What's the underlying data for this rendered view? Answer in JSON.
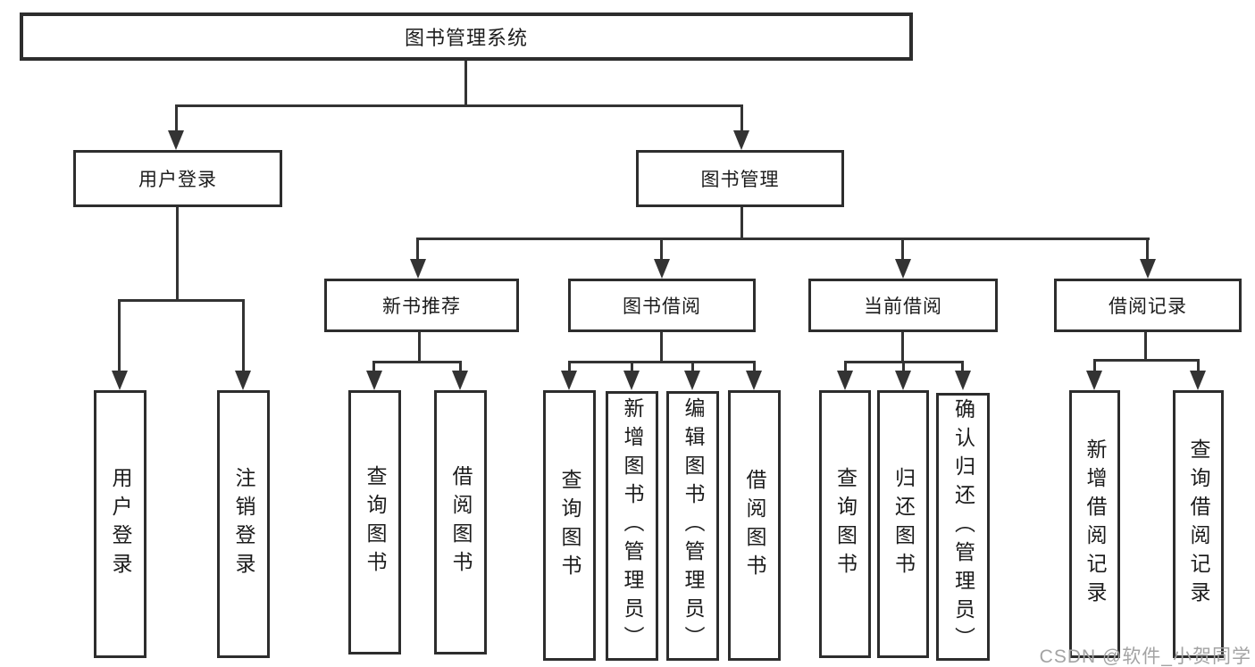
{
  "diagram_title": "图书管理系统",
  "tree": {
    "root": "图书管理系统",
    "children": [
      {
        "label": "用户登录",
        "children": [
          {
            "label": "用户登录"
          },
          {
            "label": "注销登录"
          }
        ]
      },
      {
        "label": "图书管理",
        "children": [
          {
            "label": "新书推荐",
            "children": [
              {
                "label": "查询图书"
              },
              {
                "label": "借阅图书"
              }
            ]
          },
          {
            "label": "图书借阅",
            "children": [
              {
                "label": "查询图书"
              },
              {
                "label": "新增图书（管理员）"
              },
              {
                "label": "编辑图书（管理员）"
              },
              {
                "label": "借阅图书"
              }
            ]
          },
          {
            "label": "当前借阅",
            "children": [
              {
                "label": "查询图书"
              },
              {
                "label": "归还图书"
              },
              {
                "label": "确认归还（管理员）"
              }
            ]
          },
          {
            "label": "借阅记录",
            "children": [
              {
                "label": "新增借阅记录"
              },
              {
                "label": "查询借阅记录"
              }
            ]
          }
        ]
      }
    ]
  },
  "watermark": {
    "text": "CSDN @软件_小贺同学"
  },
  "colors": {
    "line": "#333333",
    "box_border": "#2d2d2d",
    "text": "#1c1c1c",
    "background": "#ffffff",
    "watermark": "#a3a3a3"
  }
}
